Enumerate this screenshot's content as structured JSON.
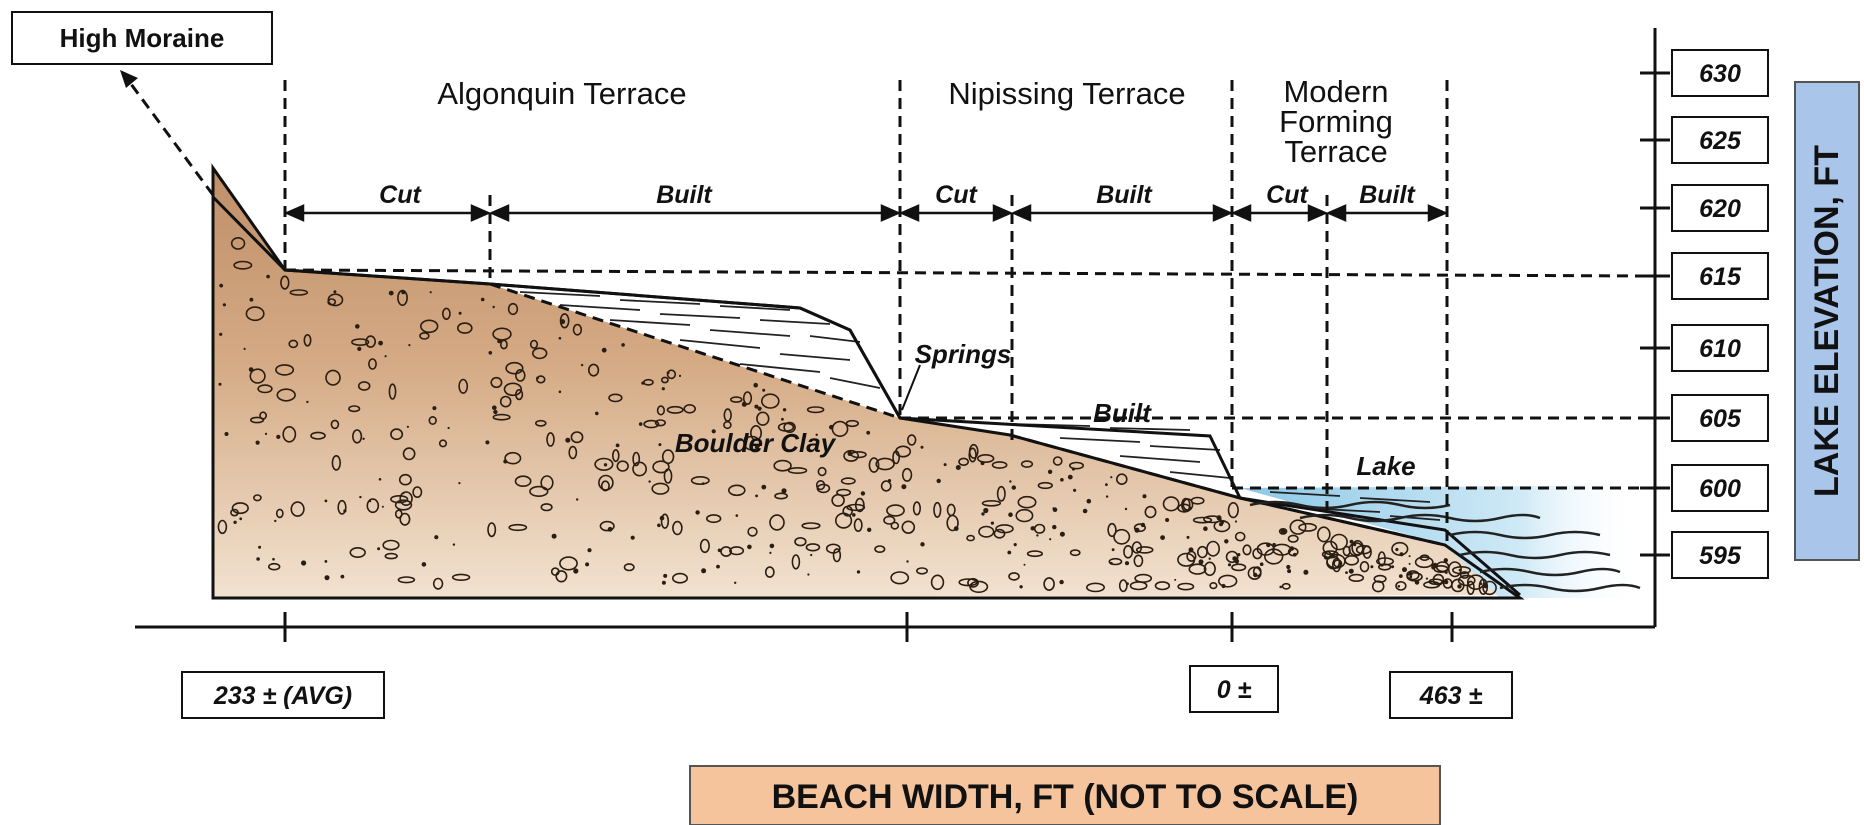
{
  "high_moraine": "High Moraine",
  "terraces": {
    "algonquin": "Algonquin Terrace",
    "nipissing": "Nipissing Terrace",
    "modern": [
      "Modern",
      "Forming",
      "Terrace"
    ]
  },
  "segments": {
    "cut": "Cut",
    "built": "Built"
  },
  "features": {
    "springs": "Springs",
    "boulder_clay": "Boulder Clay",
    "built": "Built",
    "lake": "Lake"
  },
  "elevations": [
    "630",
    "625",
    "620",
    "615",
    "610",
    "605",
    "600",
    "595"
  ],
  "widths": {
    "algonquin": "233 ± (AVG)",
    "modern_start": "0 ±",
    "modern_end": "463 ±"
  },
  "axis_titles": {
    "x": "BEACH WIDTH, FT (NOT TO SCALE)",
    "y": "LAKE ELEVATION,  FT"
  },
  "colors": {
    "soil_top": "#c39570",
    "soil_bottom": "#ebd5be",
    "water": "#a8d6ec",
    "x_title_bg": "#f5c49c",
    "y_title_bg": "#a9c5ea"
  }
}
